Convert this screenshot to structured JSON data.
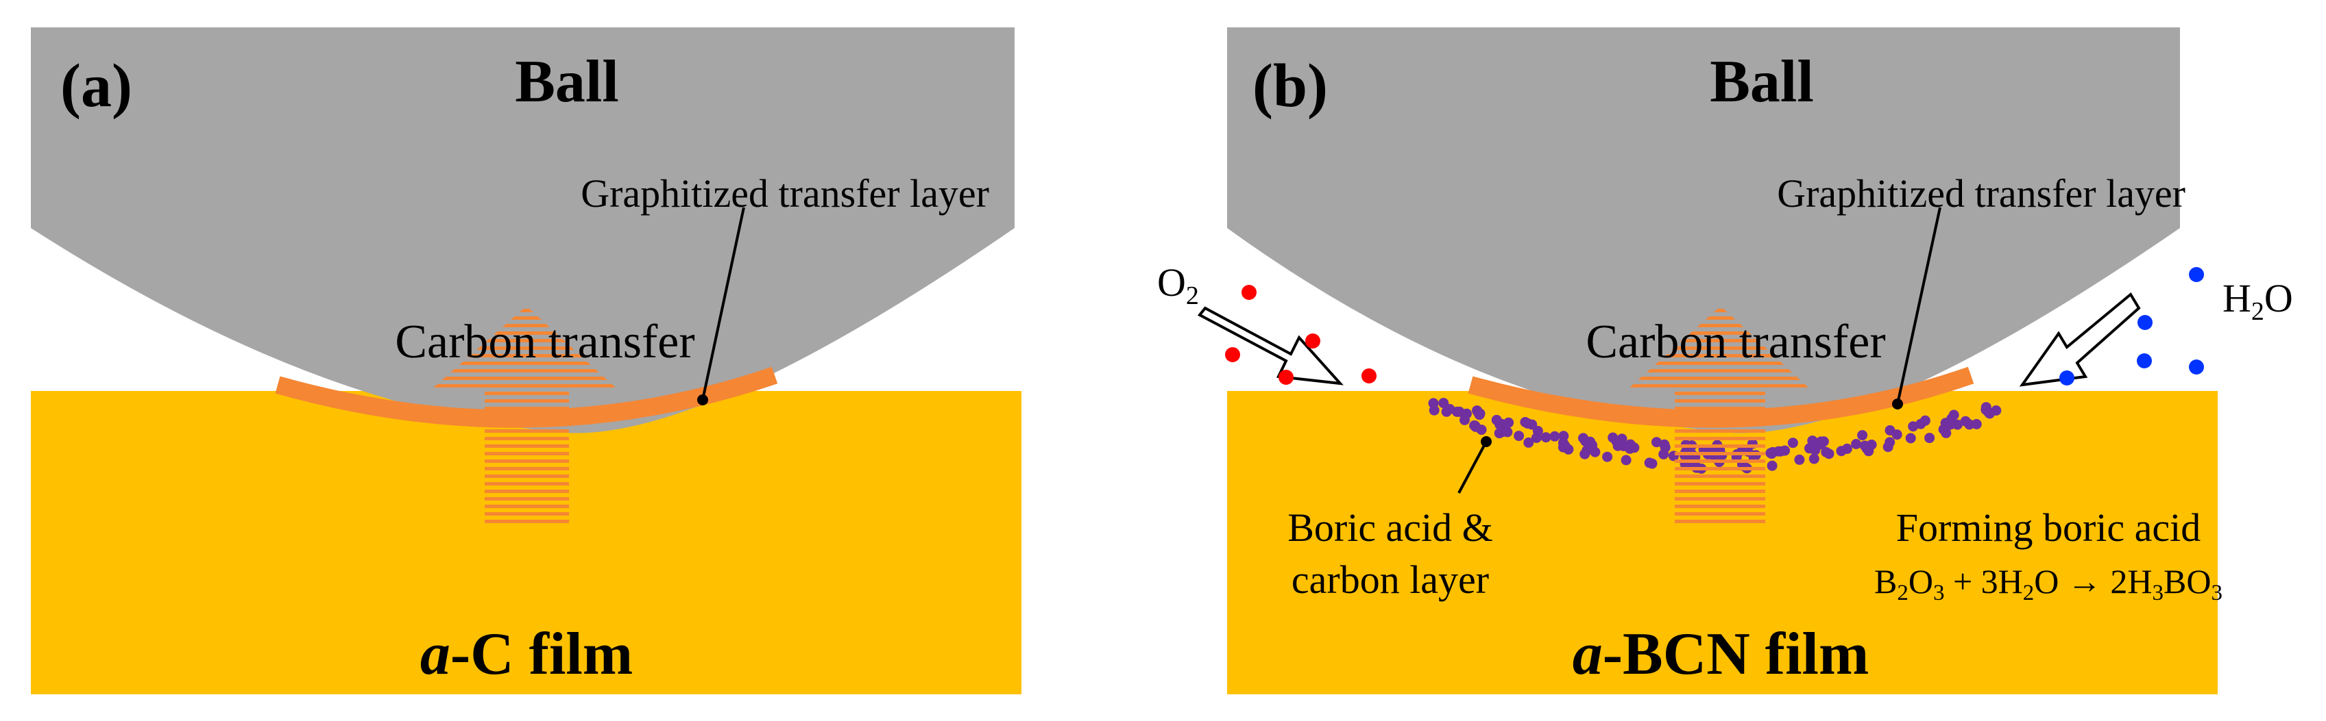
{
  "panels": {
    "a": {
      "label": "(a)",
      "ball": "Ball",
      "transfer_layer_label": "Graphitized transfer layer",
      "carbon_transfer": "Carbon transfer",
      "film_prefix": "a",
      "film_suffix": "-C film"
    },
    "b": {
      "label": "(b)",
      "ball": "Ball",
      "transfer_layer_label": "Graphitized transfer layer",
      "carbon_transfer": "Carbon transfer",
      "o2": {
        "base": "O",
        "sub": "2"
      },
      "h2o": {
        "pre": "H",
        "sub": "2",
        "post": "O"
      },
      "boric_line1": "Boric acid &",
      "boric_line2": "carbon layer",
      "forming": "Forming boric acid",
      "equation": {
        "p1": "B",
        "s1": "2",
        "p2": "O",
        "s2": "3",
        "p3": " + 3H",
        "s3": "2",
        "p4": "O → 2H",
        "s4": "3",
        "p5": "BO",
        "s5": "3"
      },
      "film_prefix": "a",
      "film_suffix": "-BCN film"
    }
  },
  "colors": {
    "ball": "#a6a6a6",
    "film": "#ffc000",
    "transfer_layer": "#f58634",
    "oxygen_dot": "#ff0000",
    "water_dot": "#0033ff",
    "boric_dot": "#7030a0"
  }
}
